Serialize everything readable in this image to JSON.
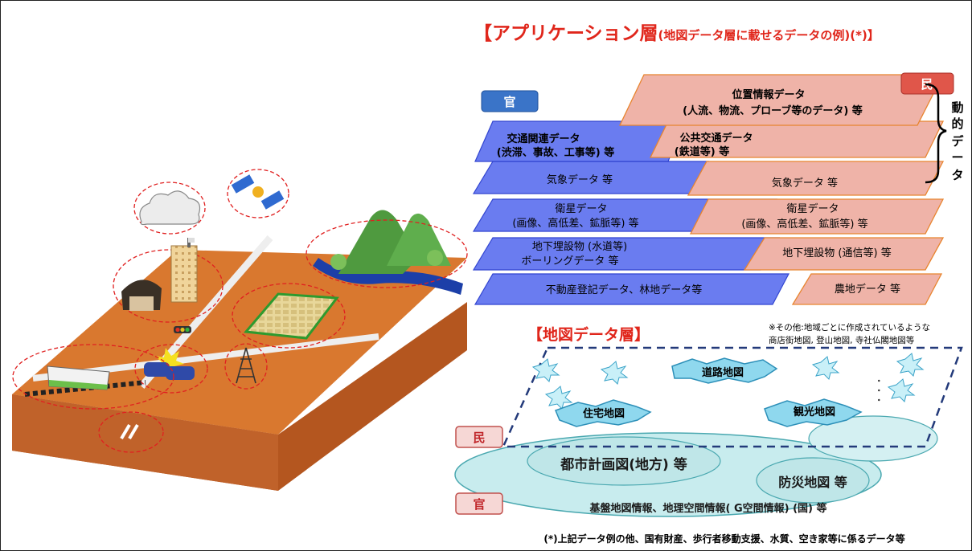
{
  "app_layer": {
    "title": "【アプリケーション層",
    "title_sub": "(地図データ層に載せるデータの例)(*)】",
    "tag_public": "官",
    "tag_private": "民",
    "dynamic_label": [
      "動",
      "的",
      "デ",
      "ー",
      "タ"
    ],
    "public_sheets": [
      {
        "lines": [
          "交通関連データ",
          "(渋滞、事故、工事等) 等"
        ]
      },
      {
        "lines": [
          "気象データ 等"
        ]
      },
      {
        "lines": [
          "衛星データ",
          "(画像、高低差、鉱脈等) 等"
        ]
      },
      {
        "lines": [
          "地下埋設物 (水道等)",
          "ボーリングデータ 等"
        ]
      },
      {
        "lines": [
          "不動産登記データ、林地データ等"
        ]
      }
    ],
    "private_sheets": [
      {
        "lines": [
          "位置情報データ",
          "(人流、物流、プローブ等のデータ) 等"
        ]
      },
      {
        "lines": [
          "公共交通データ",
          "(鉄道等) 等"
        ]
      },
      {
        "lines": [
          "気象データ 等"
        ]
      },
      {
        "lines": [
          "衛星データ",
          "(画像、高低差、鉱脈等) 等"
        ]
      },
      {
        "lines": [
          "地下埋設物 (通信等) 等"
        ]
      },
      {
        "lines": [
          "農地データ 等"
        ]
      }
    ]
  },
  "map_layer": {
    "title": "【地図データ層】",
    "note": [
      "※その他:地域ごとに作成されているような",
      "商店街地図, 登山地図, 寺社仏閣地図等"
    ],
    "tag_private": "民",
    "tag_public": "官",
    "road_map": "道路地図",
    "housing_map": "住宅地図",
    "tourism_map": "観光地図",
    "ellipsis": "・・・",
    "city_plan": "都市計画図(地方) 等",
    "disaster_map": "防災地図 等",
    "base_map": "基盤地図情報、地理空間情報( G空間情報) (国) 等"
  },
  "footnote": "(*)上記データ例の他、国有財産、歩行者移動支援、水質、空き家等に係るデータ等",
  "colors": {
    "title_red": "#e0261b",
    "public_fill": "#6678f0",
    "public_stroke": "#2b3fcf",
    "private_fill": "#efb3a8",
    "private_stroke": "#e8842e",
    "ground_top": "#d9782f",
    "ground_side": "#b4561f",
    "map_ellipse": "#c8ecee"
  }
}
